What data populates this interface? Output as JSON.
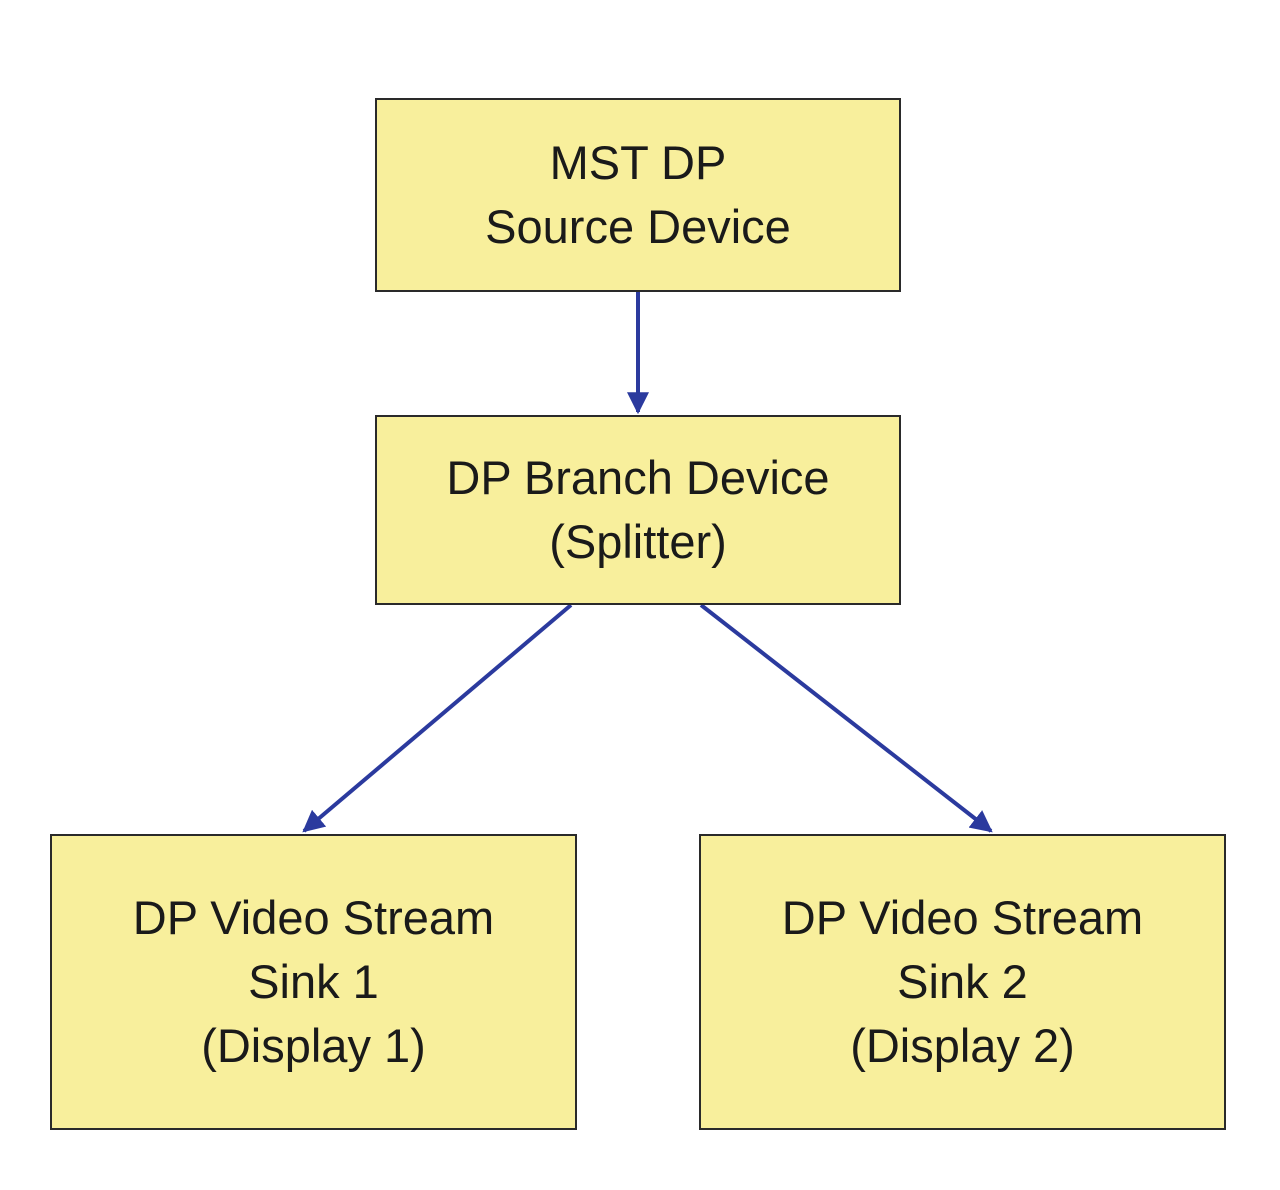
{
  "colors": {
    "node_fill": "#f8ef9c",
    "node_border": "#2a2a2a",
    "edge": "#2b3a9e",
    "text": "#1a1a1a",
    "background": "#ffffff"
  },
  "nodes": {
    "source": {
      "lines": [
        "MST DP",
        "Source Device"
      ]
    },
    "branch": {
      "lines": [
        "DP Branch Device",
        "(Splitter)"
      ]
    },
    "sink1": {
      "lines": [
        "DP Video Stream",
        "Sink 1",
        "(Display 1)"
      ]
    },
    "sink2": {
      "lines": [
        "DP Video Stream",
        "Sink 2",
        "(Display 2)"
      ]
    }
  },
  "edges": [
    {
      "from": "source",
      "to": "branch"
    },
    {
      "from": "branch",
      "to": "sink1"
    },
    {
      "from": "branch",
      "to": "sink2"
    }
  ]
}
